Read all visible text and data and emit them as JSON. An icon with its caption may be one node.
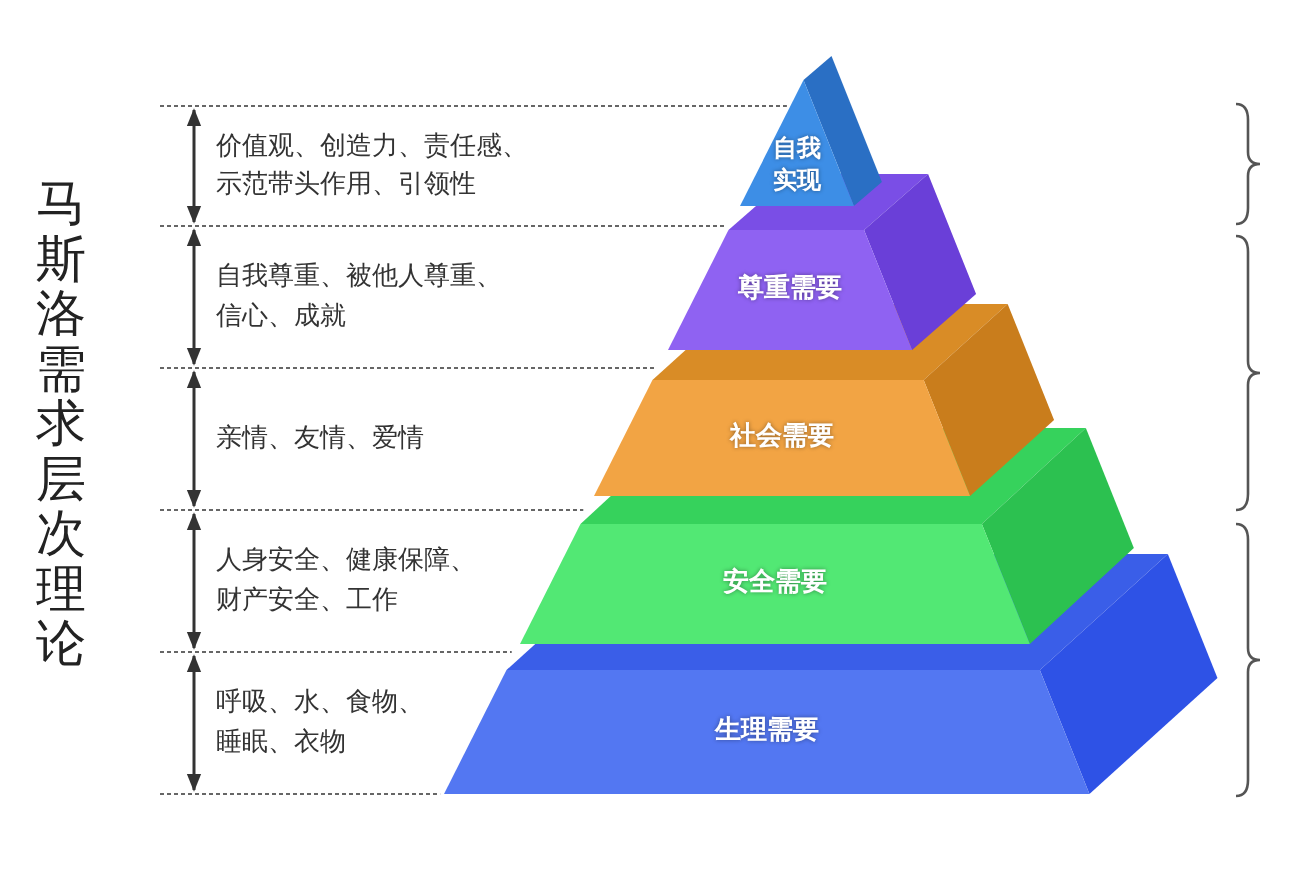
{
  "diagram": {
    "title": "马斯洛需求层次理论",
    "nodes": [
      {
        "text": [
          "自我实现"
        ]
      },
      {
        "text": [
          "尊重需要"
        ]
      },
      {
        "text": [
          "社会需要"
        ]
      },
      {
        "text": [
          "安全需要"
        ]
      },
      {
        "text": [
          "生理需要"
        ]
      }
    ],
    "labels": [
      "价值观、创造力、责任感、示范带头作用、引领性",
      "自我尊重、被他人尊重、信心、成就",
      "亲情、友情、爱情",
      "人身安全、健康保障、财产安全、工作",
      "呼吸、水、食物、睡眠、衣物"
    ]
  }
}
